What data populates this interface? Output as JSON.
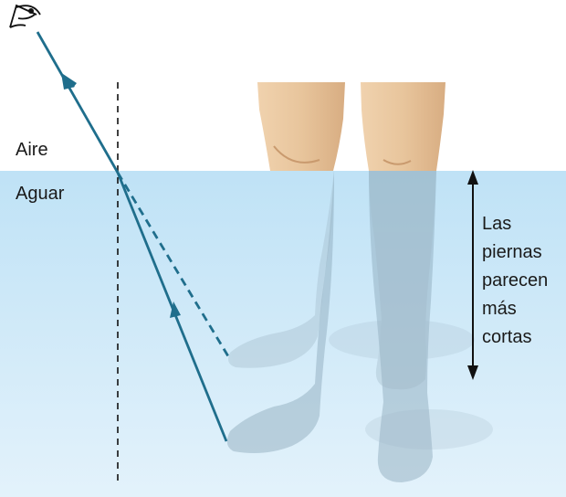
{
  "labels": {
    "air": "Aire",
    "water": "Aguar",
    "legs_lines": [
      "Las",
      "piernas",
      "parecen",
      "más",
      "cortas"
    ]
  },
  "colors": {
    "water_top": "#bfe2f6",
    "water_bottom": "#e3f2fb",
    "ray": "#1f6e8c",
    "skin": "#e9c9a3",
    "skin_shade": "#d7ae84",
    "submerged_leg": "#9eb6c5",
    "text": "#1a1a1a"
  },
  "icons": {
    "eye": "eye-icon",
    "arrow": "double-headed-arrow-icon"
  }
}
